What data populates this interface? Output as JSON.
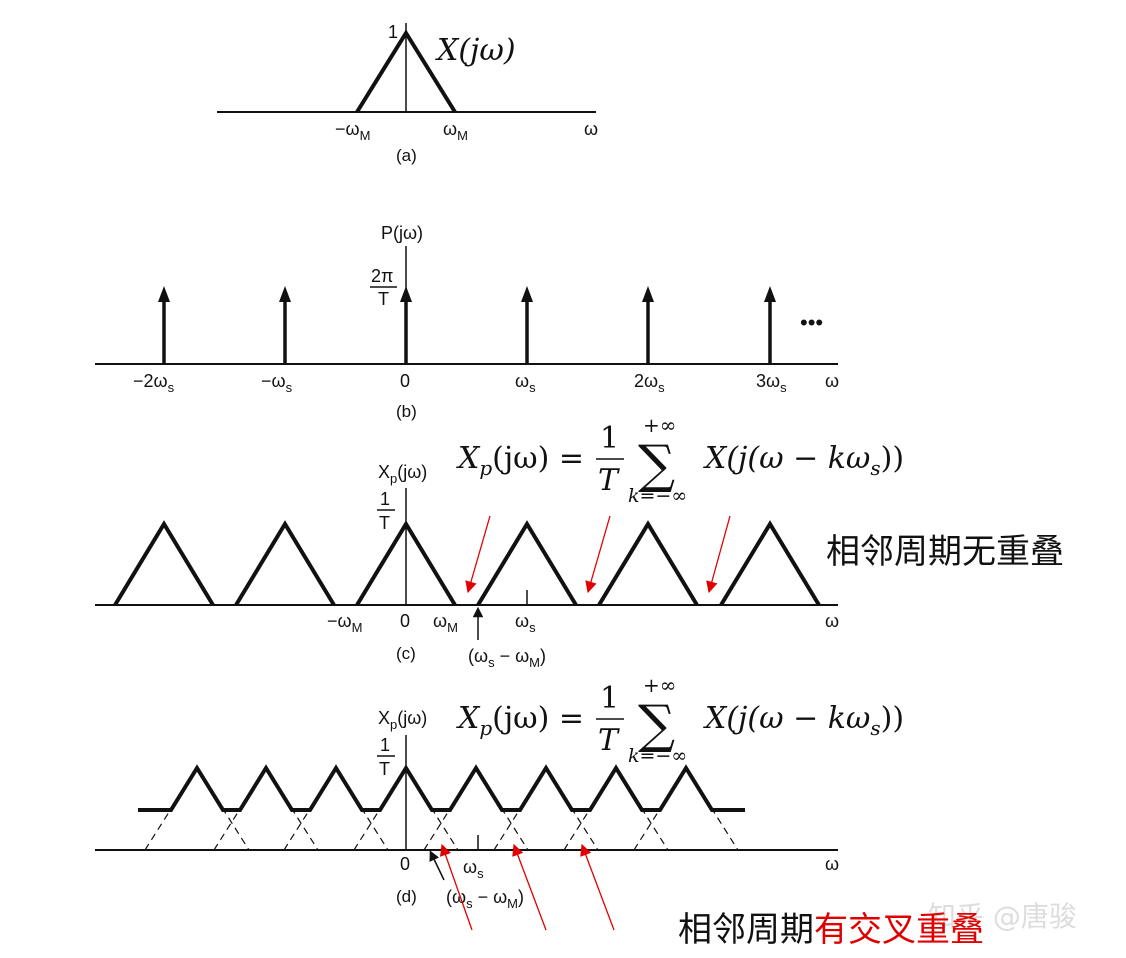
{
  "panel_a": {
    "peak_label": "1",
    "title": "X(jω)",
    "tick_neg": "−ω",
    "tick_neg_sub": "M",
    "tick_pos": "ω",
    "tick_pos_sub": "M",
    "axis_label": "ω",
    "caption": "(a)"
  },
  "panel_b": {
    "title": "P(jω)",
    "height_num": "2π",
    "height_den": "T",
    "ellipsis": "•••",
    "ticks": [
      {
        "main": "−2ω",
        "sub": "s"
      },
      {
        "main": "−ω",
        "sub": "s"
      },
      {
        "main": "0",
        "sub": ""
      },
      {
        "main": "ω",
        "sub": "s"
      },
      {
        "main": "2ω",
        "sub": "s"
      },
      {
        "main": "3ω",
        "sub": "s"
      }
    ],
    "axis_label": "ω",
    "caption": "(b)"
  },
  "panel_c": {
    "title": "X",
    "title_sub": "p",
    "title_tail": "(jω)",
    "height_num": "1",
    "height_den": "T",
    "tick_neg": "−ω",
    "tick_neg_sub": "M",
    "tick_zero": "0",
    "tick_pos": "ω",
    "tick_pos_sub": "M",
    "tick_s": "ω",
    "tick_s_sub": "s",
    "marker_label_open": "(ω",
    "marker_label_sub": "s",
    "marker_label_mid": " − ω",
    "marker_label_sub2": "M",
    "marker_label_close": ")",
    "axis_label": "ω",
    "caption": "(c)",
    "formula": {
      "lhs": "X",
      "lhs_sub": "p",
      "lhs_tail": "(jω) =",
      "frac_num": "1",
      "frac_den": "T",
      "sum_top": "+∞",
      "sum_bottom": "k=−∞",
      "rhs": "X(j(ω − kω",
      "rhs_sub": "s",
      "rhs_tail": "))"
    },
    "note": "相邻周期无重叠"
  },
  "panel_d": {
    "title": "X",
    "title_sub": "p",
    "title_tail": "(jω)",
    "height_num": "1",
    "height_den": "T",
    "tick_zero": "0",
    "tick_s": "ω",
    "tick_s_sub": "s",
    "marker_label_open": "(ω",
    "marker_label_sub": "s",
    "marker_label_mid": " − ω",
    "marker_label_sub2": "M",
    "marker_label_close": ")",
    "axis_label": "ω",
    "caption": "(d)",
    "formula": {
      "lhs": "X",
      "lhs_sub": "p",
      "lhs_tail": "(jω) =",
      "frac_num": "1",
      "frac_den": "T",
      "sum_top": "+∞",
      "sum_bottom": "k=−∞",
      "rhs": "X(j(ω − kω",
      "rhs_sub": "s",
      "rhs_tail": "))"
    },
    "note_black": "相邻周期",
    "note_red": "有交叉重叠"
  },
  "watermark": "知乎 @唐骏",
  "colors": {
    "ink": "#111111",
    "accent": "#e00000",
    "watermark": "#dddddd"
  }
}
